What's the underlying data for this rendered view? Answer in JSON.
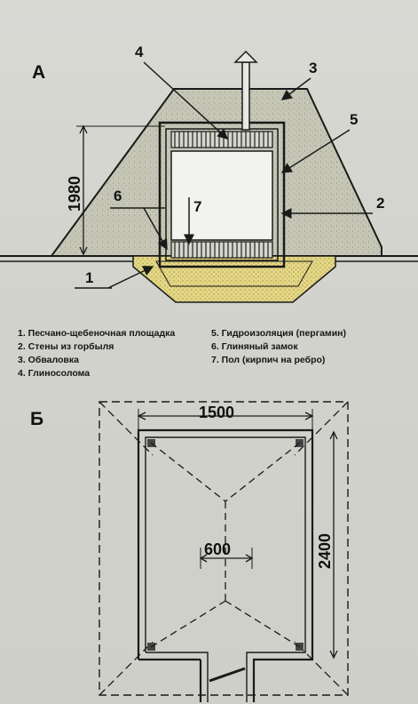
{
  "section_a": {
    "label": "А",
    "height_dimension": "1980",
    "callouts": [
      "1",
      "2",
      "3",
      "4",
      "5",
      "6",
      "7"
    ]
  },
  "legend": {
    "items": [
      "1. Песчано-щебеночная площадка",
      "2. Стены из горбыля",
      "3. Обваловка",
      "4. Глиносолома",
      "5. Гидроизоляция (пергамин)",
      "6. Глиняный замок",
      "7. Пол (кирпич на ребро)"
    ]
  },
  "section_b": {
    "label": "Б",
    "width_dimension": "1500",
    "length_dimension": "2400",
    "inner_dimension": "600"
  },
  "colors": {
    "earth_fill": "#c8c8b8",
    "sand_fill": "#e4d98a",
    "line": "#1a1a1a"
  }
}
